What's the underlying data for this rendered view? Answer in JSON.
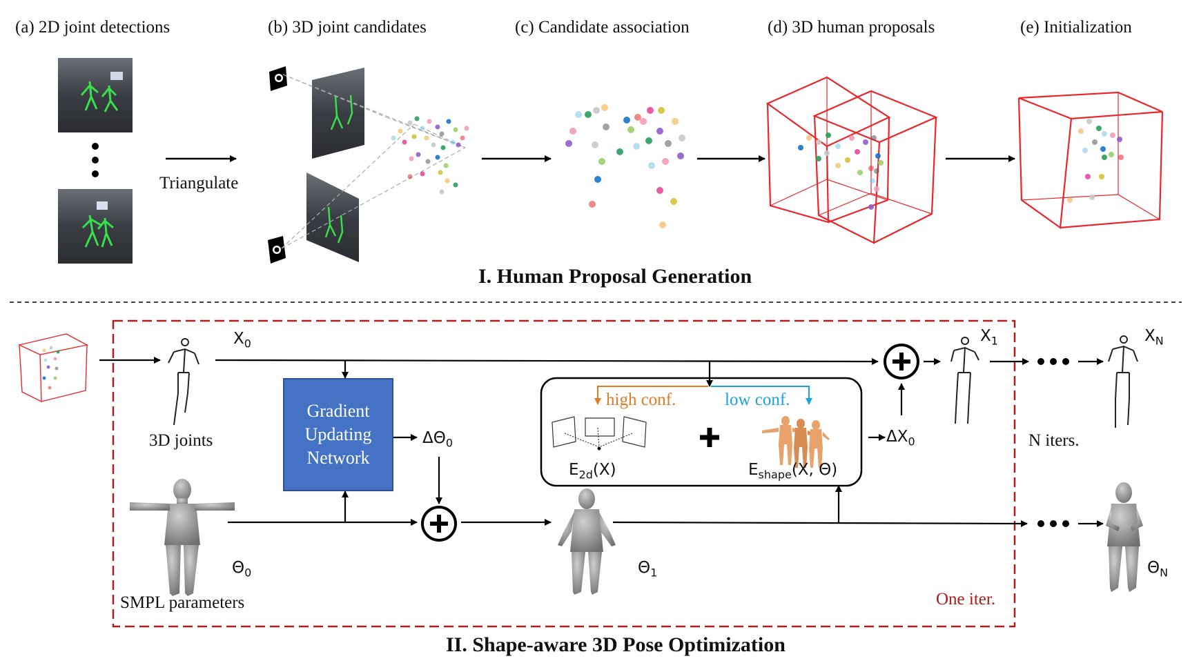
{
  "stages": {
    "a": "(a) 2D joint detections",
    "b": "(b) 3D joint candidates",
    "c": "(c) Candidate association",
    "d": "(d) 3D human proposals",
    "e": "(e) Initialization"
  },
  "triangulate": "Triangulate",
  "section1_title": "I. Human Proposal Generation",
  "section2_title": "II. Shape-aware 3D Pose Optimization",
  "gun_label": [
    "Gradient",
    "Updating",
    "Network"
  ],
  "labels": {
    "joints3d": "3D joints",
    "smpl": "SMPL parameters",
    "n_iters": "N iters.",
    "one_iter": "One iter.",
    "high_conf": "high conf.",
    "low_conf": "low conf."
  },
  "math": {
    "x0_base": "X",
    "x0_sub": "0",
    "x1_base": "X",
    "x1_sub": "1",
    "xn_base": "X",
    "xn_sub": "N",
    "dtheta_base": "ΔΘ",
    "dtheta_sub": "0",
    "dx_base": "ΔX",
    "dx_sub": "0",
    "theta0_base": "Θ",
    "theta0_sub": "0",
    "theta1_base": "Θ",
    "theta1_sub": "1",
    "thetan_base": "Θ",
    "thetan_sub": "N",
    "e2d_base": "E",
    "e2d_sub": "2d",
    "e2d_arg": "(X)",
    "eshape_base": "E",
    "eshape_sub": "shape",
    "eshape_arg": "(X, Θ)"
  },
  "colors": {
    "proposal_box": "#e8262b",
    "dashed_frame": "#b01c1c",
    "gun_fill": "#4472c4",
    "high_conf": "#e07b27",
    "low_conf": "#1aa3dc",
    "one_iter": "#b01c1c"
  }
}
